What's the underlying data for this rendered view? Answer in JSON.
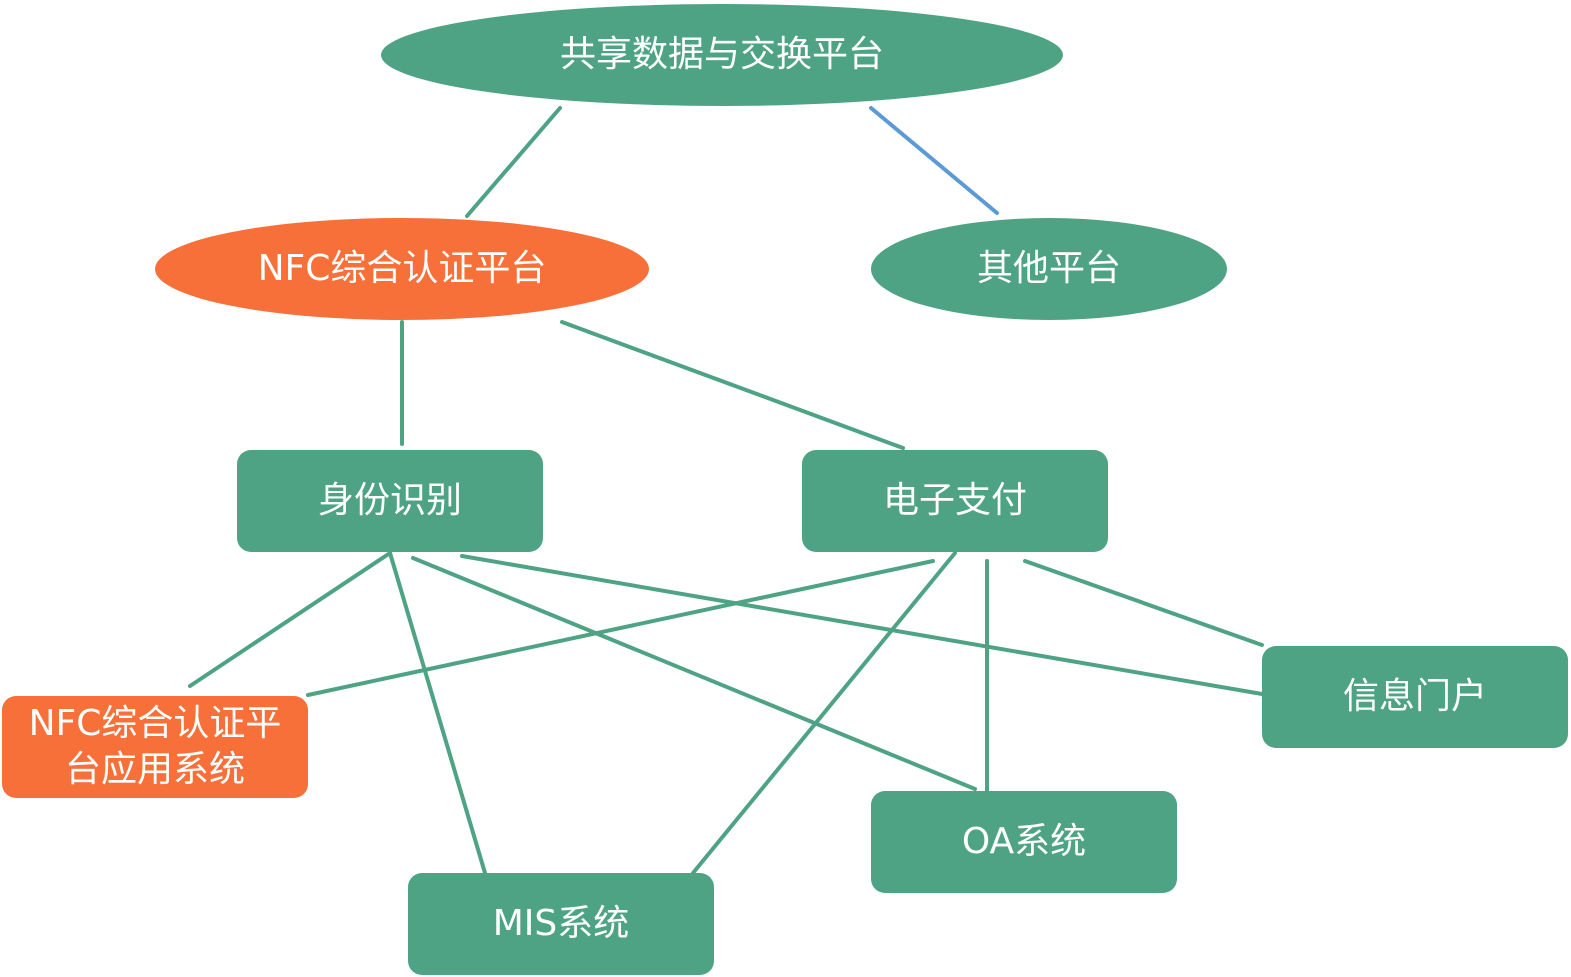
{
  "colors": {
    "node_green": "#4ea384",
    "node_orange": "#f87039",
    "edge_green": "#4ea384",
    "edge_blue": "#5b9bd5",
    "text": "#ffffff"
  },
  "nodes": {
    "exchange": {
      "label": "共享数据与交换平台",
      "shape": "ellipse",
      "color": "green"
    },
    "nfc_platform": {
      "label": "NFC综合认证平台",
      "shape": "ellipse",
      "color": "orange"
    },
    "other": {
      "label": "其他平台",
      "shape": "ellipse",
      "color": "green"
    },
    "identity": {
      "label": "身份识别",
      "shape": "rounded-rect",
      "color": "green"
    },
    "payment": {
      "label": "电子支付",
      "shape": "rounded-rect",
      "color": "green"
    },
    "nfc_app": {
      "label_line1": "NFC综合认证平",
      "label_line2": "台应用系统",
      "shape": "rounded-rect",
      "color": "orange"
    },
    "portal": {
      "label": "信息门户",
      "shape": "rounded-rect",
      "color": "green"
    },
    "oa": {
      "label": "OA系统",
      "shape": "rounded-rect",
      "color": "green"
    },
    "mis": {
      "label": "MIS系统",
      "shape": "rounded-rect",
      "color": "green"
    }
  },
  "edges": [
    {
      "from": "exchange",
      "to": "nfc_platform",
      "color": "green"
    },
    {
      "from": "exchange",
      "to": "other",
      "color": "blue"
    },
    {
      "from": "nfc_platform",
      "to": "identity",
      "color": "green"
    },
    {
      "from": "nfc_platform",
      "to": "payment",
      "color": "green"
    },
    {
      "from": "identity",
      "to": "nfc_app",
      "color": "green"
    },
    {
      "from": "identity",
      "to": "mis",
      "color": "green"
    },
    {
      "from": "identity",
      "to": "oa",
      "color": "green"
    },
    {
      "from": "identity",
      "to": "portal",
      "color": "green"
    },
    {
      "from": "payment",
      "to": "nfc_app",
      "color": "green"
    },
    {
      "from": "payment",
      "to": "mis",
      "color": "green"
    },
    {
      "from": "payment",
      "to": "oa",
      "color": "green"
    },
    {
      "from": "payment",
      "to": "portal",
      "color": "green"
    }
  ]
}
